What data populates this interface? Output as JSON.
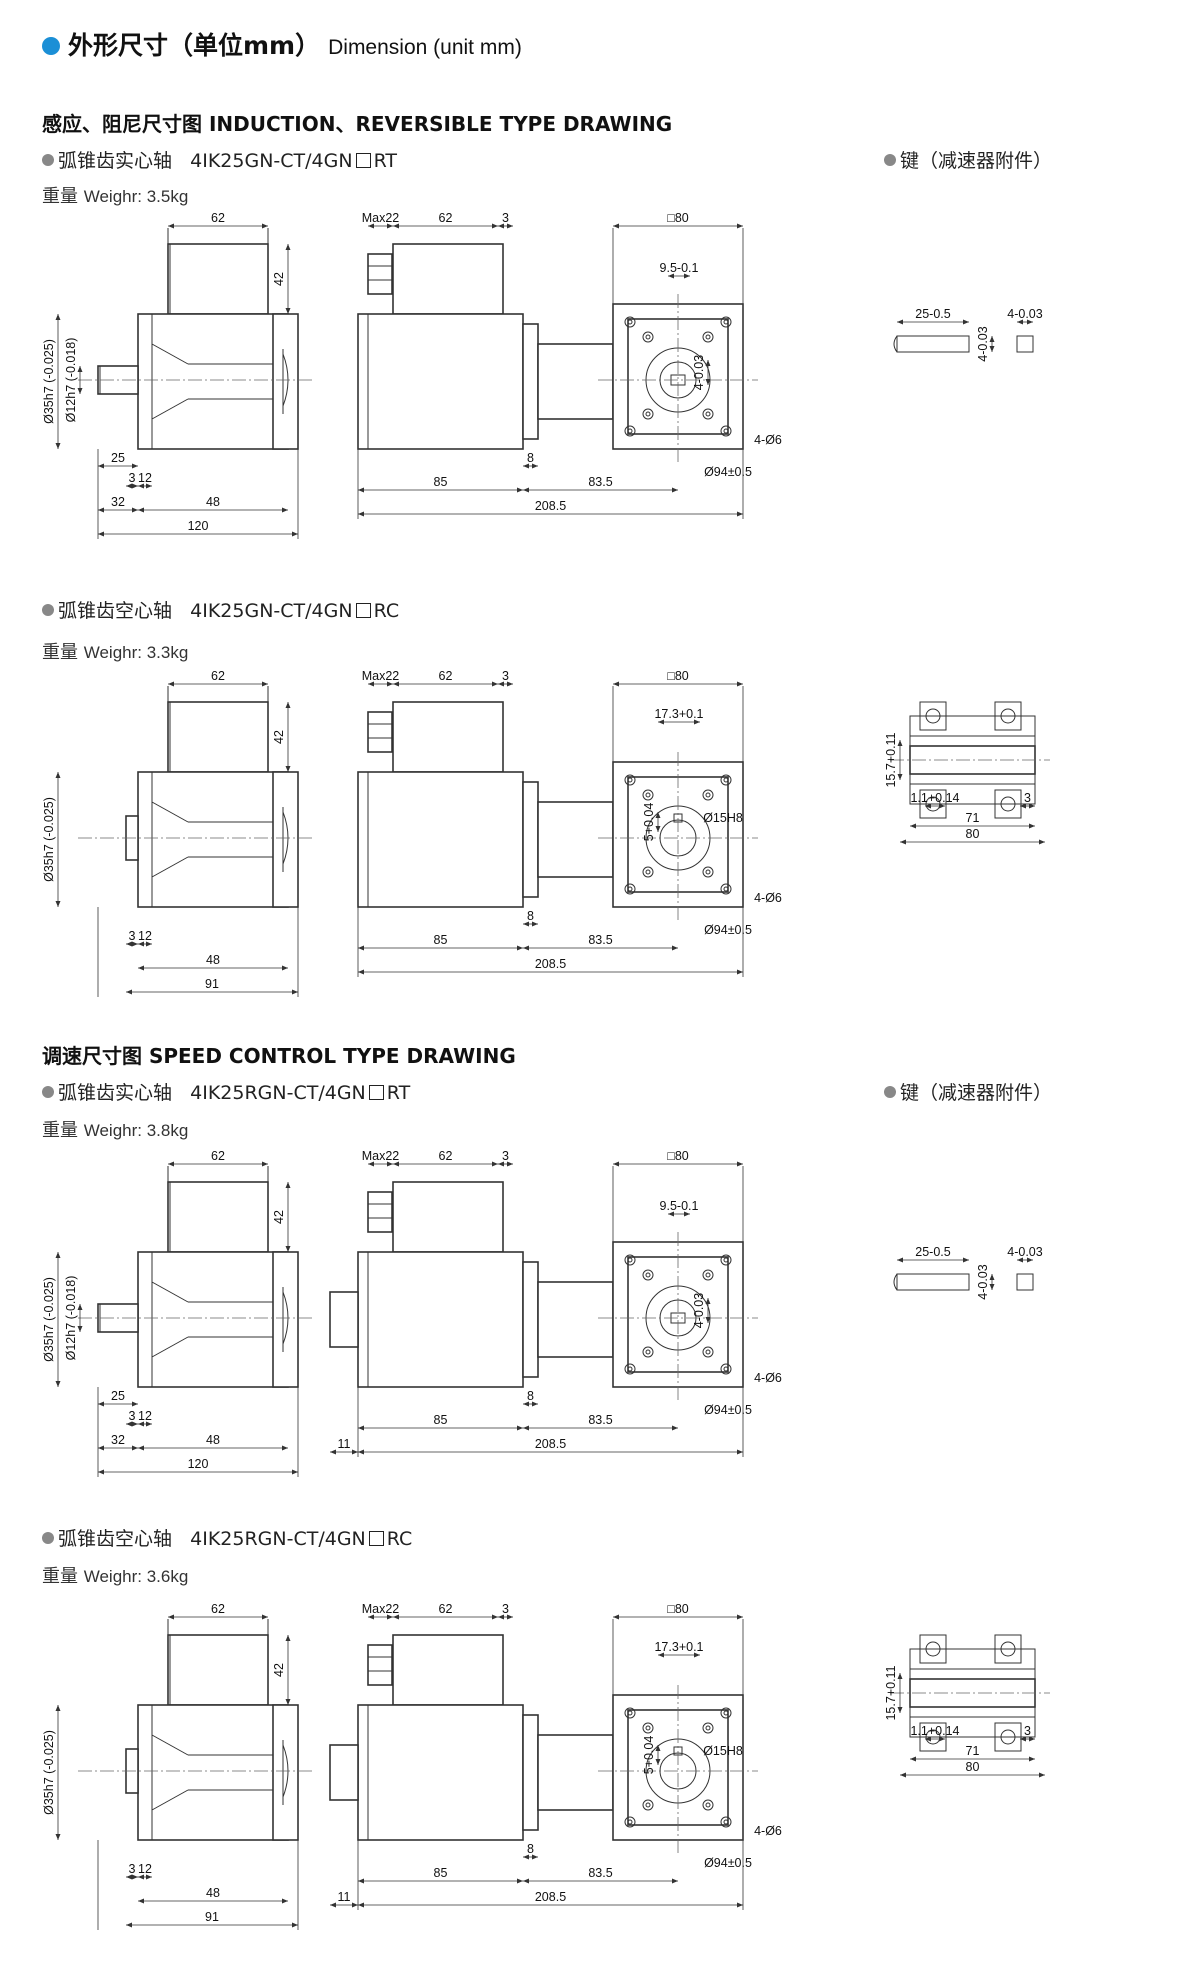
{
  "page_title": {
    "cn": "外形尺寸（单位mm）",
    "en": "Dimension (unit mm)"
  },
  "sections": [
    {
      "title": "感应、阻尼尺寸图 INDUCTION、REVERSIBLE TYPE DRAWING",
      "variants": [
        {
          "type": "弧锥齿实心轴",
          "model_prefix": "4IK25GN-CT/4GN",
          "model_suffix": "RT",
          "weight_label": "重量",
          "weight_en": "Weighr: 3.5kg",
          "shaft": "solid",
          "speed_control": false,
          "accessory": "键（减速器附件）"
        },
        {
          "type": "弧锥齿空心轴",
          "model_prefix": "4IK25GN-CT/4GN",
          "model_suffix": "RC",
          "weight_label": "重量",
          "weight_en": "Weighr: 3.3kg",
          "shaft": "hollow",
          "speed_control": false,
          "accessory": ""
        }
      ]
    },
    {
      "title": "调速尺寸图 SPEED CONTROL TYPE DRAWING",
      "variants": [
        {
          "type": "弧锥齿实心轴",
          "model_prefix": "4IK25RGN-CT/4GN",
          "model_suffix": "RT",
          "weight_label": "重量",
          "weight_en": "Weighr: 3.8kg",
          "shaft": "solid",
          "speed_control": true,
          "accessory": "键（减速器附件）"
        },
        {
          "type": "弧锥齿空心轴",
          "model_prefix": "4IK25RGN-CT/4GN",
          "model_suffix": "RC",
          "weight_label": "重量",
          "weight_en": "Weighr: 3.6kg",
          "shaft": "hollow",
          "speed_control": true,
          "accessory": ""
        }
      ]
    }
  ],
  "dims": {
    "top_w": "62",
    "top_h": "42",
    "max22": "Max22",
    "gear_62": "62",
    "gap3": "3",
    "square": "□80",
    "d35": "Ø35h7 (-0.025)",
    "d12": "Ø12h7 (-0.018)",
    "key_w": "9.5-0.1",
    "key_h": "4-0.03",
    "len25": "25",
    "len3": "3",
    "len12": "12",
    "len32": "32",
    "len48": "48",
    "total_solid": "120",
    "total_hollow": "91",
    "len85": "85",
    "len8": "8",
    "len83_5": "83.5",
    "total208_5": "208.5",
    "holes": "4-Ø6",
    "pcd": "Ø94±0.5",
    "len11": "11",
    "hollow_173": "17.3+0.1",
    "hollow_bore": "Ø15H8",
    "hollow_key": "5+0.04",
    "key_len": "25-0.5",
    "key_th": "4-0.03",
    "key_wd": "4-0.03",
    "hs_157": "15.7+0.11",
    "hs_11": "1.1+0.14",
    "hs_71": "71",
    "hs_80": "80",
    "hs_3": "3"
  }
}
